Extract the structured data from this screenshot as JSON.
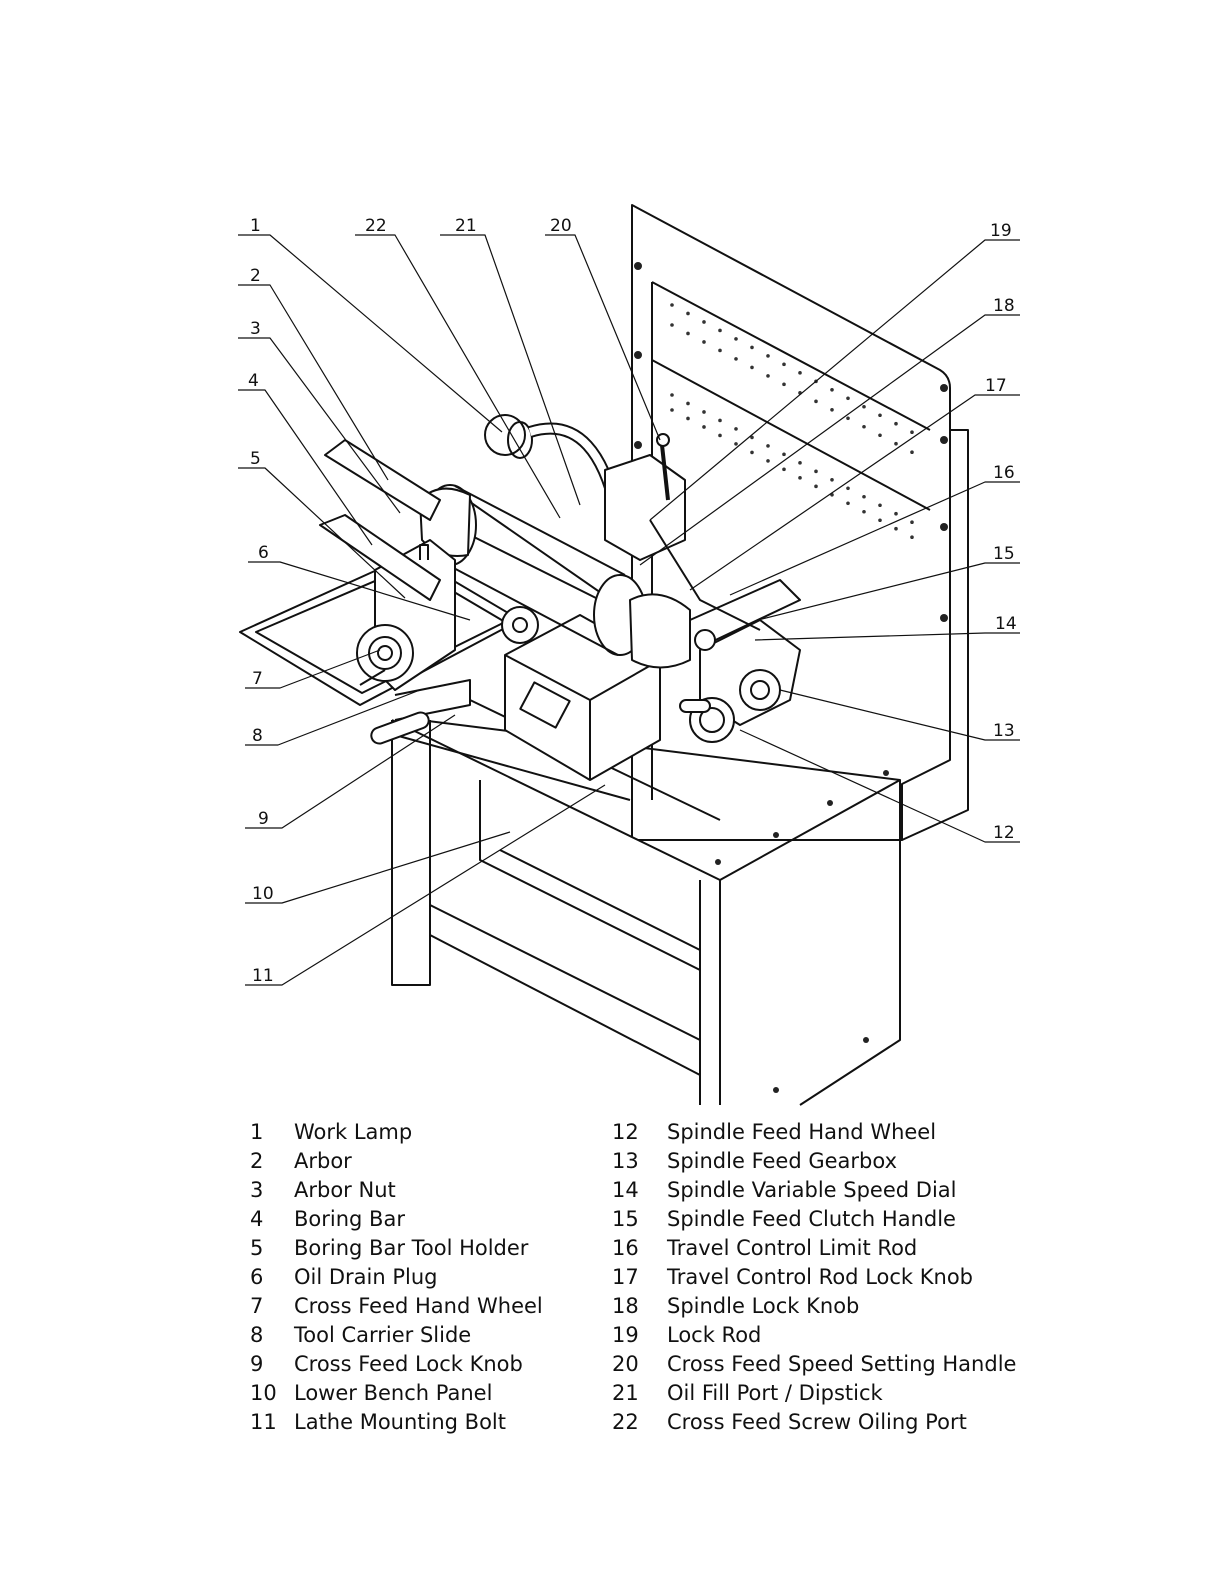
{
  "callouts": [
    "1",
    "2",
    "3",
    "4",
    "5",
    "6",
    "7",
    "8",
    "9",
    "10",
    "11",
    "12",
    "13",
    "14",
    "15",
    "16",
    "17",
    "18",
    "19",
    "20",
    "21",
    "22"
  ],
  "legend": [
    {
      "num": "1",
      "label": "Work Lamp"
    },
    {
      "num": "2",
      "label": "Arbor"
    },
    {
      "num": "3",
      "label": "Arbor Nut"
    },
    {
      "num": "4",
      "label": "Boring Bar"
    },
    {
      "num": "5",
      "label": "Boring Bar Tool Holder"
    },
    {
      "num": "6",
      "label": "Oil Drain Plug"
    },
    {
      "num": "7",
      "label": "Cross Feed Hand Wheel"
    },
    {
      "num": "8",
      "label": "Tool Carrier Slide"
    },
    {
      "num": "9",
      "label": "Cross Feed Lock Knob"
    },
    {
      "num": "10",
      "label": "Lower Bench Panel"
    },
    {
      "num": "11",
      "label": "Lathe Mounting Bolt"
    },
    {
      "num": "12",
      "label": "Spindle Feed Hand Wheel"
    },
    {
      "num": "13",
      "label": "Spindle Feed Gearbox"
    },
    {
      "num": "14",
      "label": "Spindle Variable Speed Dial"
    },
    {
      "num": "15",
      "label": "Spindle Feed Clutch Handle"
    },
    {
      "num": "16",
      "label": "Travel Control Limit Rod"
    },
    {
      "num": "17",
      "label": "Travel Control Rod Lock Knob"
    },
    {
      "num": "18",
      "label": "Spindle Lock Knob"
    },
    {
      "num": "19",
      "label": "Lock Rod"
    },
    {
      "num": "20",
      "label": "Cross Feed Speed Setting Handle"
    },
    {
      "num": "21",
      "label": "Oil Fill Port / Dipstick"
    },
    {
      "num": "22",
      "label": "Cross Feed Screw Oiling Port"
    }
  ]
}
